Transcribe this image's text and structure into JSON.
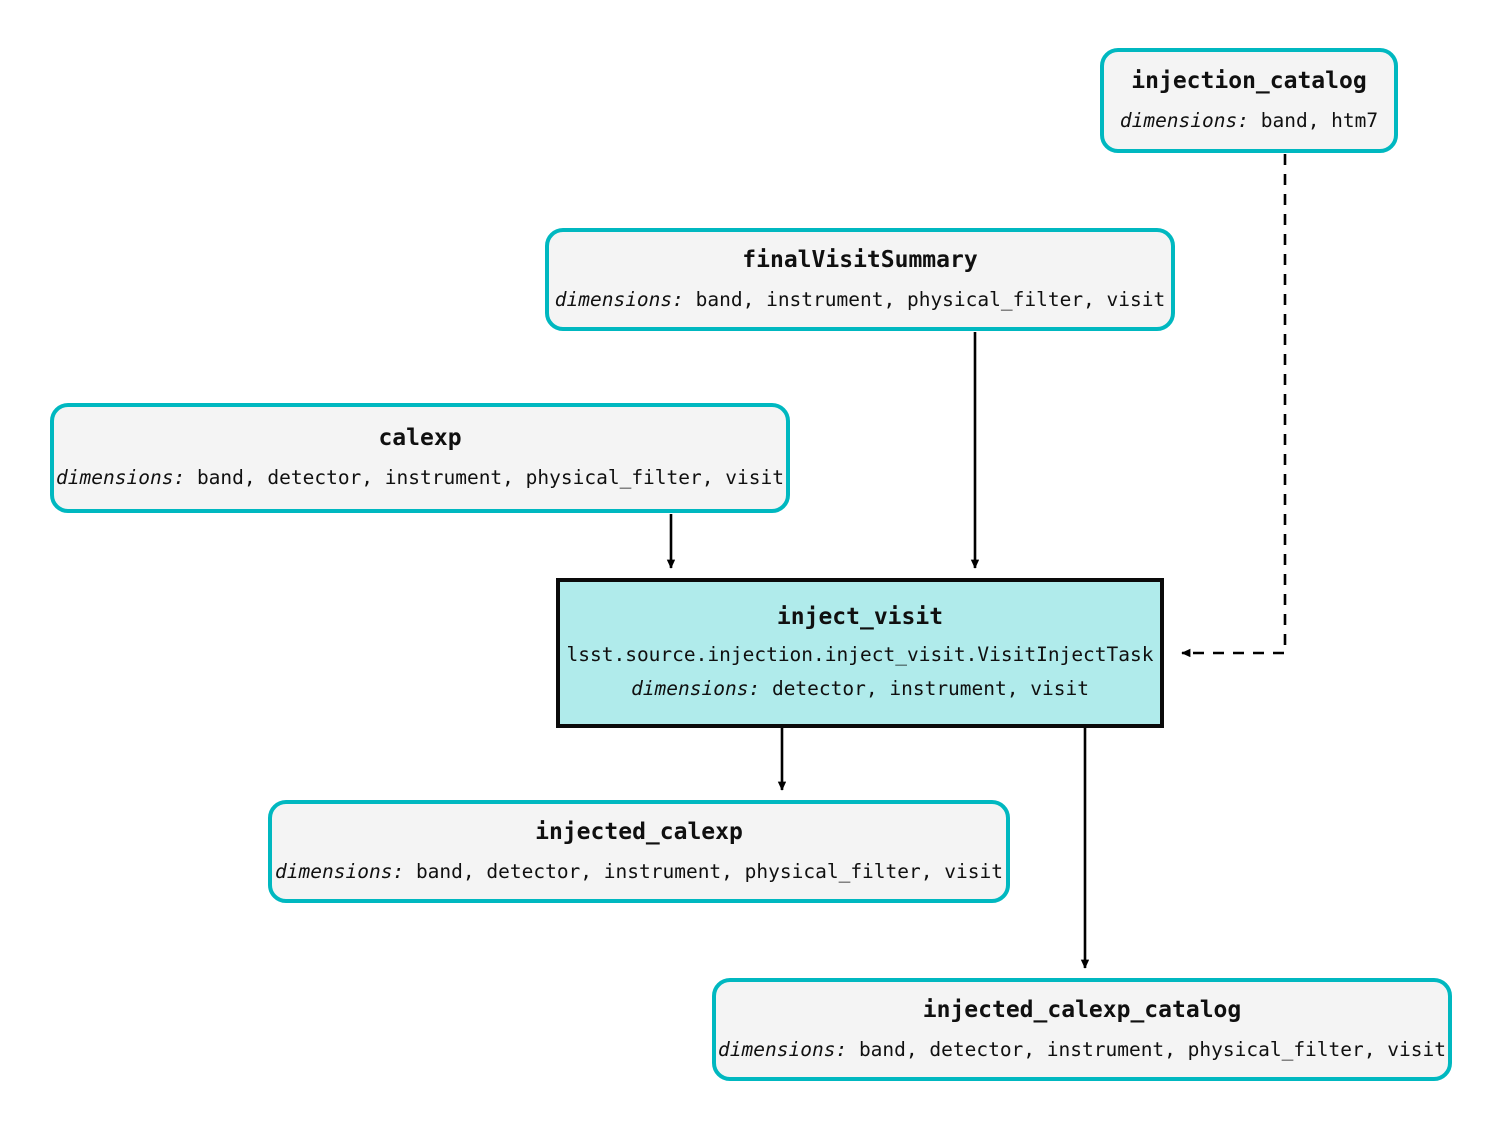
{
  "diagram": {
    "type": "pipeline-task-graph",
    "background": "#ffffff",
    "colors": {
      "dataset_border": "#00b8c0",
      "dataset_fill": "#f4f4f4",
      "task_fill": "#b0ebeb",
      "task_border": "#0a0a0a",
      "edge": "#000000"
    },
    "dimensions_label": "dimensions:"
  },
  "nodes": {
    "injection_catalog": {
      "title": "injection_catalog",
      "dimensions_label": "dimensions:",
      "dimensions": "band, htm7",
      "kind": "dataset"
    },
    "finalVisitSummary": {
      "title": "finalVisitSummary",
      "dimensions_label": "dimensions:",
      "dimensions": "band, instrument, physical_filter, visit",
      "kind": "dataset"
    },
    "calexp": {
      "title": "calexp",
      "dimensions_label": "dimensions:",
      "dimensions": "band, detector, instrument, physical_filter, visit",
      "kind": "dataset"
    },
    "inject_visit": {
      "title": "inject_visit",
      "task_class": "lsst.source.injection.inject_visit.VisitInjectTask",
      "dimensions_label": "dimensions:",
      "dimensions": "detector, instrument, visit",
      "kind": "task"
    },
    "injected_calexp": {
      "title": "injected_calexp",
      "dimensions_label": "dimensions:",
      "dimensions": "band, detector, instrument, physical_filter, visit",
      "kind": "dataset"
    },
    "injected_calexp_catalog": {
      "title": "injected_calexp_catalog",
      "dimensions_label": "dimensions:",
      "dimensions": "band, detector, instrument, physical_filter, visit",
      "kind": "dataset"
    }
  },
  "edges": [
    {
      "from": "finalVisitSummary",
      "to": "inject_visit",
      "style": "solid"
    },
    {
      "from": "calexp",
      "to": "inject_visit",
      "style": "solid"
    },
    {
      "from": "injection_catalog",
      "to": "inject_visit",
      "style": "dashed"
    },
    {
      "from": "inject_visit",
      "to": "injected_calexp",
      "style": "solid"
    },
    {
      "from": "inject_visit",
      "to": "injected_calexp_catalog",
      "style": "solid"
    }
  ]
}
